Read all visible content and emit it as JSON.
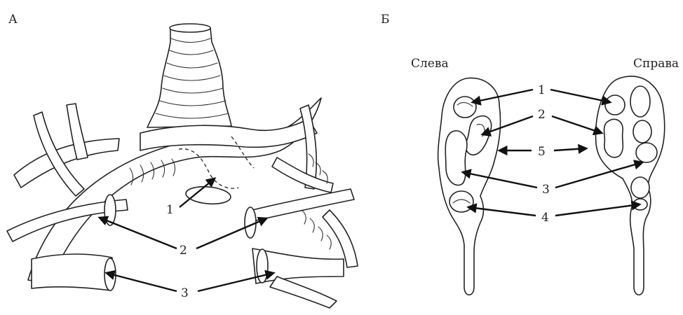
{
  "panels": {
    "a": {
      "label": "А"
    },
    "b": {
      "label": "Б",
      "left_caption": "Слева",
      "right_caption": "Справа"
    }
  },
  "callouts_a": [
    "1",
    "2",
    "3"
  ],
  "callouts_b": [
    "1",
    "2",
    "5",
    "3",
    "4"
  ]
}
